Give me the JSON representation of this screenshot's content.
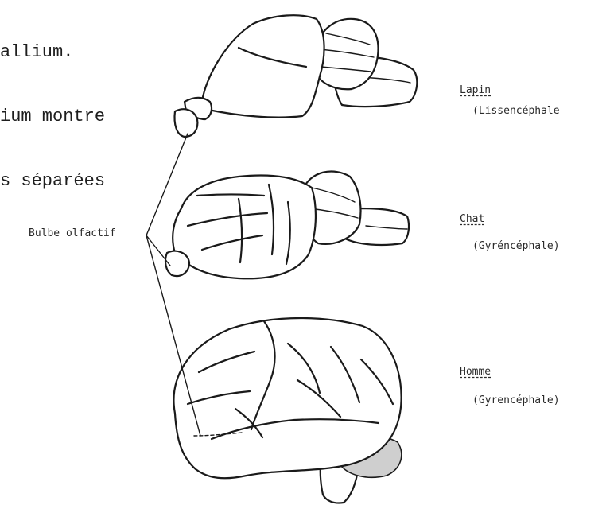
{
  "intro_lines": [
    "allium.",
    "ium montre",
    "s séparées"
  ],
  "shared_label": "Bulbe olfactif",
  "brains": [
    {
      "name": "Lapin",
      "type": "(Lissencéphale"
    },
    {
      "name": "Chat",
      "type": "(Gyréncéphale)"
    },
    {
      "name": "Homme",
      "type": "(Gyrencéphale)"
    }
  ]
}
